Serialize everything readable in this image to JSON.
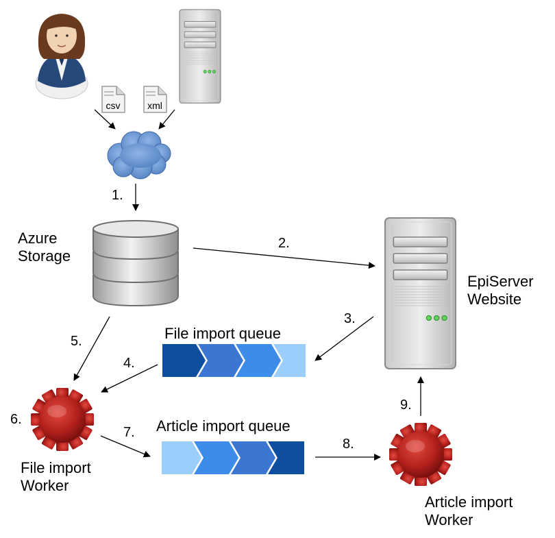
{
  "labels": {
    "azure_line1": "Azure",
    "azure_line2": "Storage",
    "episerver_line1": "EpiServer",
    "episerver_line2": "Website",
    "file_queue": "File import queue",
    "article_queue": "Article import queue",
    "file_worker_line1": "File import",
    "file_worker_line2": "Worker",
    "article_worker_line1": "Article import",
    "article_worker_line2": "Worker"
  },
  "files": {
    "csv": "csv",
    "xml": "xml"
  },
  "steps": [
    "1.",
    "2.",
    "3.",
    "4.",
    "5.",
    "6.",
    "7.",
    "8.",
    "9."
  ],
  "colors": {
    "queue_dark": "#0d4f9e",
    "queue_mid1": "#3a76d2",
    "queue_mid2": "#3d8cea",
    "queue_light": "#9ccefb",
    "gear": "#b3201c",
    "cloud": "#6a98d2"
  },
  "icons": [
    "person-icon",
    "server-icon",
    "csv-file-icon",
    "xml-file-icon",
    "cloud-icon",
    "database-icon",
    "gear-icon"
  ]
}
